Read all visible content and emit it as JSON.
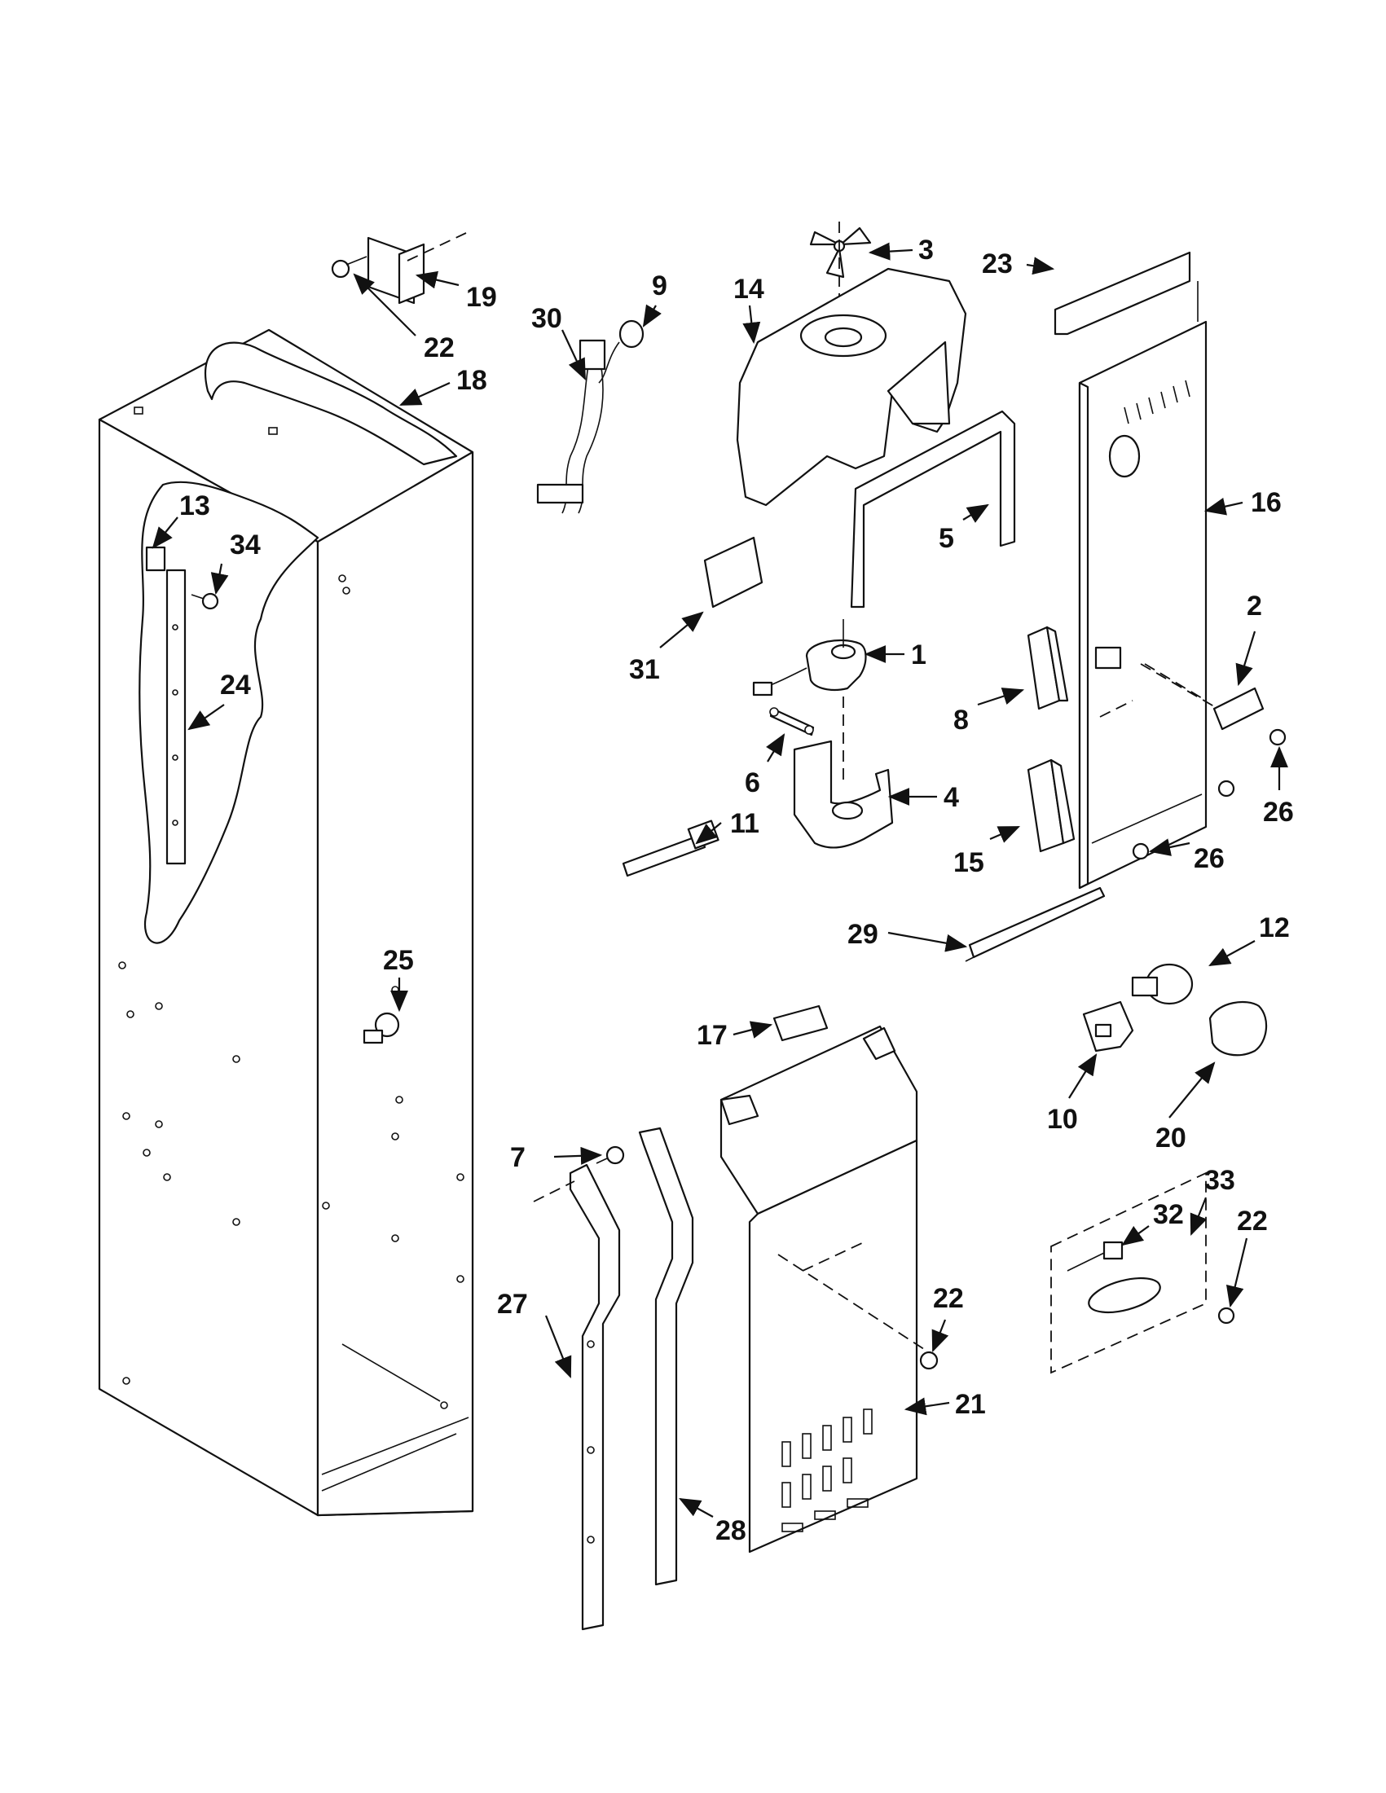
{
  "diagram": {
    "callouts": [
      {
        "id": "1",
        "label": "1"
      },
      {
        "id": "2",
        "label": "2"
      },
      {
        "id": "3",
        "label": "3"
      },
      {
        "id": "4",
        "label": "4"
      },
      {
        "id": "5",
        "label": "5"
      },
      {
        "id": "6",
        "label": "6"
      },
      {
        "id": "7",
        "label": "7"
      },
      {
        "id": "8",
        "label": "8"
      },
      {
        "id": "9",
        "label": "9"
      },
      {
        "id": "10",
        "label": "10"
      },
      {
        "id": "11",
        "label": "11"
      },
      {
        "id": "12",
        "label": "12"
      },
      {
        "id": "13",
        "label": "13"
      },
      {
        "id": "14",
        "label": "14"
      },
      {
        "id": "15",
        "label": "15"
      },
      {
        "id": "16",
        "label": "16"
      },
      {
        "id": "17",
        "label": "17"
      },
      {
        "id": "18",
        "label": "18"
      },
      {
        "id": "19",
        "label": "19"
      },
      {
        "id": "20",
        "label": "20"
      },
      {
        "id": "21",
        "label": "21"
      },
      {
        "id": "22a",
        "label": "22"
      },
      {
        "id": "22b",
        "label": "22"
      },
      {
        "id": "22c",
        "label": "22"
      },
      {
        "id": "23",
        "label": "23"
      },
      {
        "id": "24",
        "label": "24"
      },
      {
        "id": "25",
        "label": "25"
      },
      {
        "id": "26a",
        "label": "26"
      },
      {
        "id": "26b",
        "label": "26"
      },
      {
        "id": "27",
        "label": "27"
      },
      {
        "id": "28",
        "label": "28"
      },
      {
        "id": "29",
        "label": "29"
      },
      {
        "id": "30",
        "label": "30"
      },
      {
        "id": "31",
        "label": "31"
      },
      {
        "id": "32",
        "label": "32"
      },
      {
        "id": "33",
        "label": "33"
      },
      {
        "id": "34",
        "label": "34"
      }
    ]
  }
}
